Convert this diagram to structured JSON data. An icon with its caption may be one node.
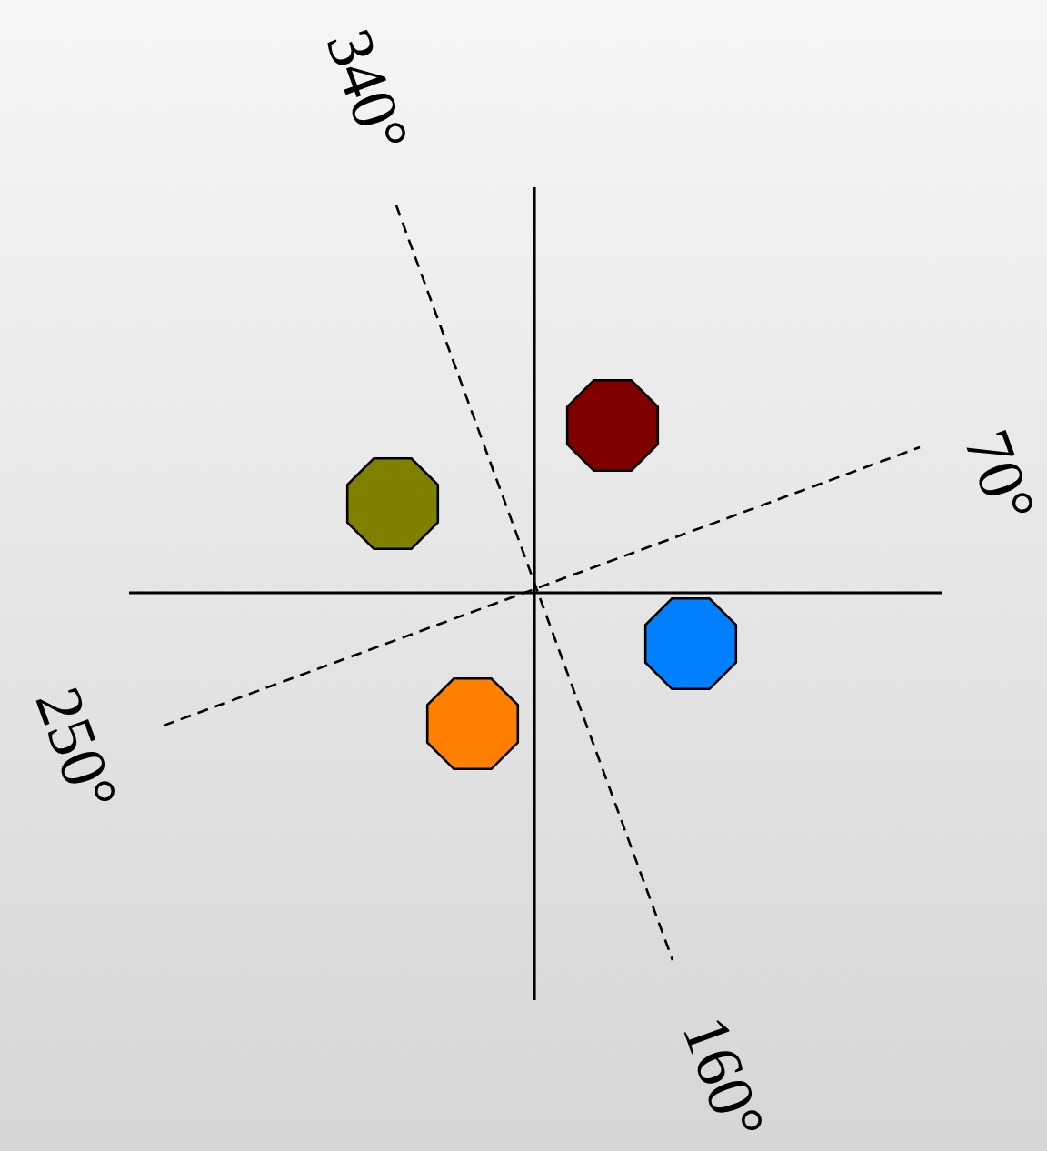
{
  "diagram": {
    "labels": [
      "340°",
      "70°",
      "250°",
      "160°"
    ]
  }
}
